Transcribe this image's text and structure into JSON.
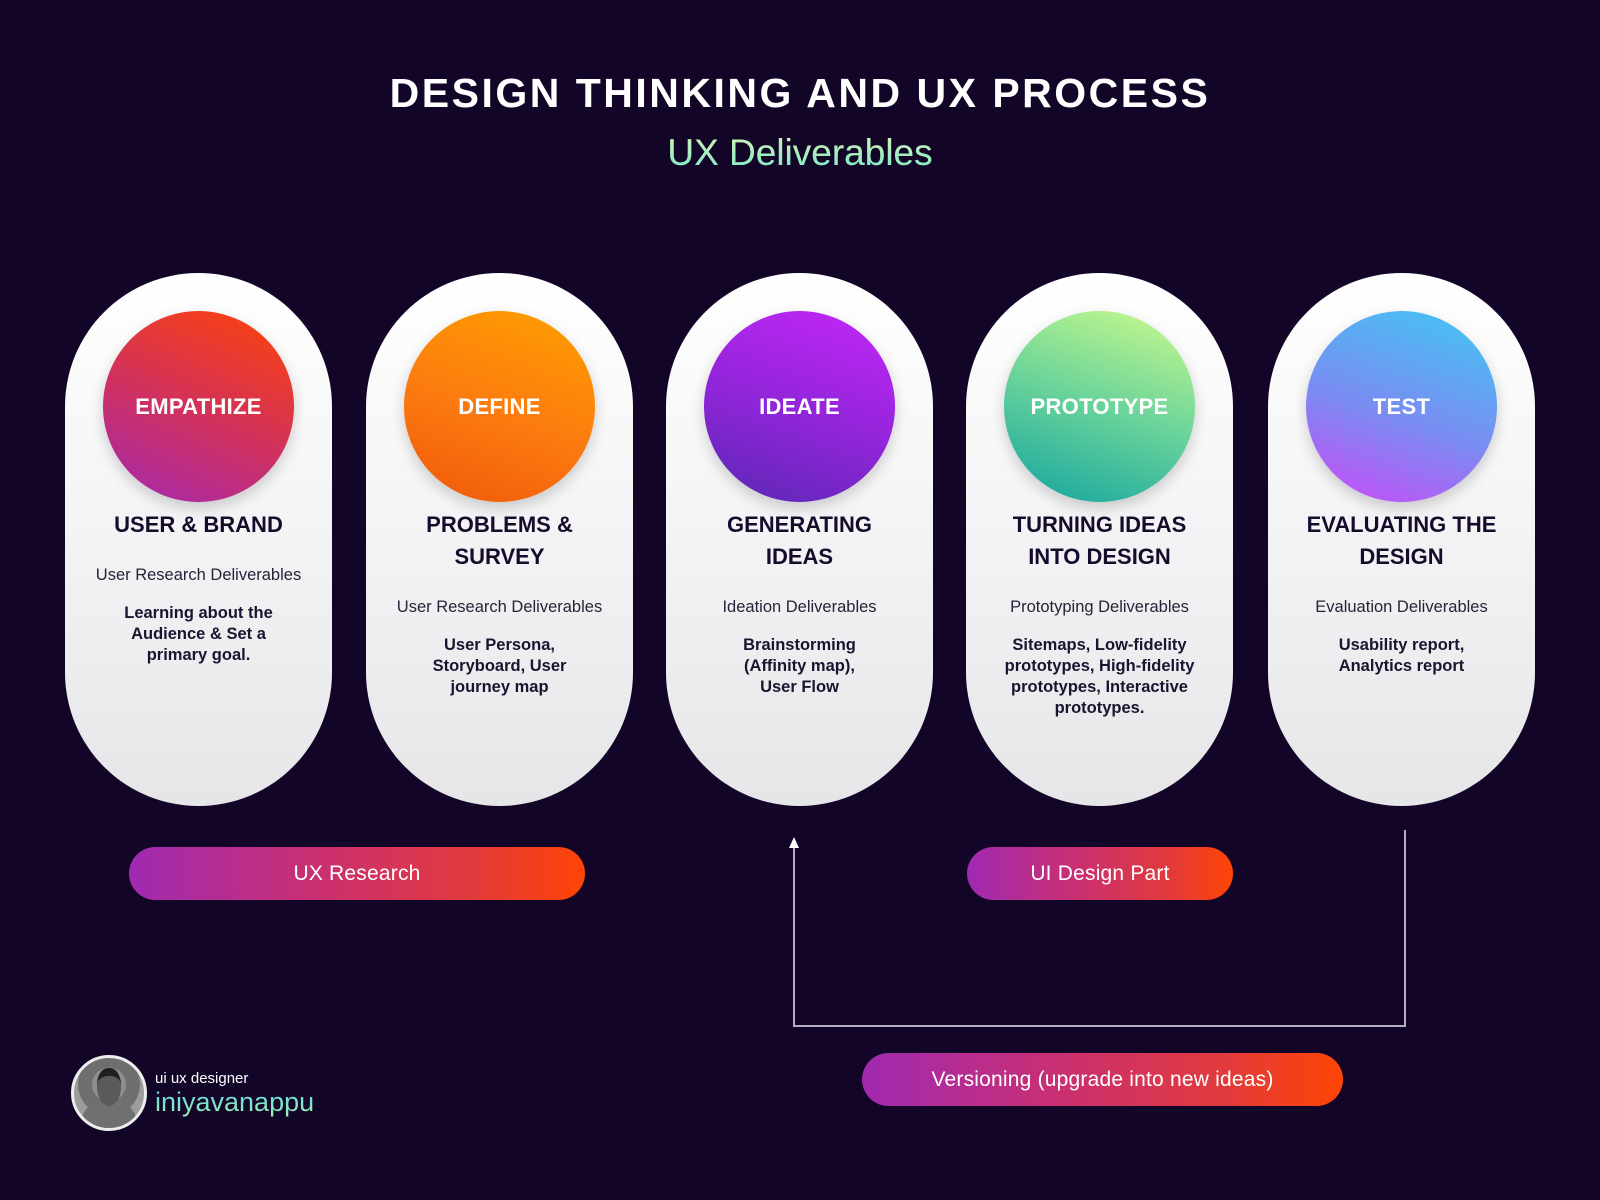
{
  "header": {
    "title": "DESIGN THINKING AND UX PROCESS",
    "subtitle": "UX Deliverables"
  },
  "stages": [
    {
      "badge": "EMPATHIZE",
      "heading": "USER & BRAND",
      "deliverable_type": "User Research Deliverables",
      "description": "Learning about the Audience & Set a primary goal.",
      "color_from": "#a428b0",
      "color_to": "#ff4406"
    },
    {
      "badge": "DEFINE",
      "heading": "PROBLEMS & SURVEY",
      "deliverable_type": "User Research Deliverables",
      "description": "User Persona, Storyboard, User journey map",
      "color_from": "#ffa000",
      "color_to": "#f0580a"
    },
    {
      "badge": "IDEATE",
      "heading": "GENERATING IDEAS",
      "deliverable_type": "Ideation Deliverables",
      "description": "Brainstorming (Affinity map), User Flow",
      "color_from": "#c526f7",
      "color_to": "#5a28b3"
    },
    {
      "badge": "PROTOTYPE",
      "heading": "TURNING IDEAS INTO DESIGN",
      "deliverable_type": "Prototyping Deliverables",
      "description": "Sitemaps, Low-fidelity prototypes, High-fidelity prototypes, Interactive prototypes.",
      "color_from": "#ccfb8c",
      "color_to": "#13a3a0"
    },
    {
      "badge": "TEST",
      "heading": "EVALUATING THE DESIGN",
      "deliverable_type": "Evaluation Deliverables",
      "description": "Usability report, Analytics report",
      "color_from": "#40c8f2",
      "color_to": "#cc49f7"
    }
  ],
  "phases": {
    "ux_research": "UX Research",
    "ui_design": "UI Design Part",
    "versioning": "Versioning (upgrade into new ideas)"
  },
  "author": {
    "role": "ui ux designer",
    "name": "iniyavanappu"
  },
  "colors": {
    "background": "#120527",
    "card": "#f3f3f5",
    "pill_from": "#a02ab2",
    "pill_to": "#ff4405",
    "subtitle": "#8af0d6"
  }
}
